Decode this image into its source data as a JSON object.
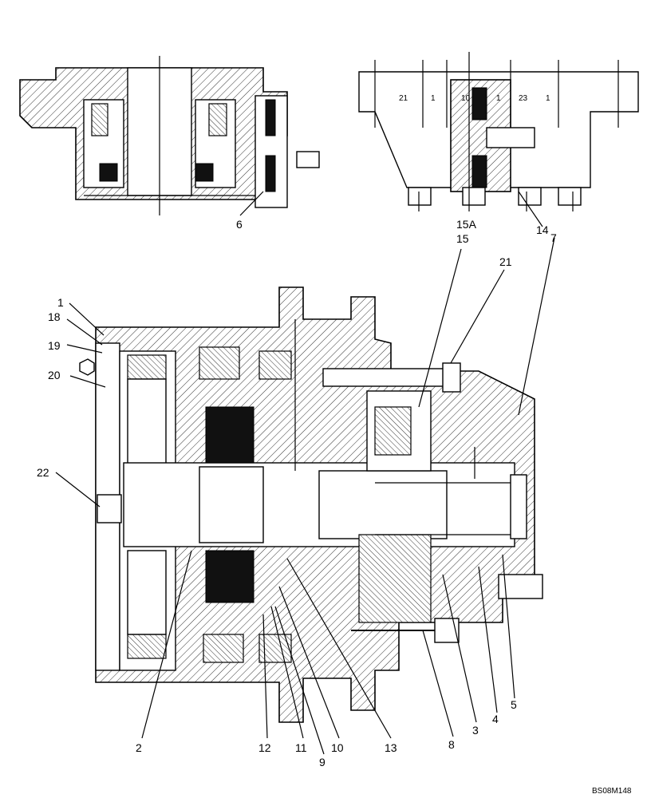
{
  "drawing": {
    "code": "BS08M148",
    "callouts": [
      {
        "id": "1",
        "text": "1"
      },
      {
        "id": "2",
        "text": "2"
      },
      {
        "id": "3",
        "text": "3"
      },
      {
        "id": "4",
        "text": "4"
      },
      {
        "id": "5",
        "text": "5"
      },
      {
        "id": "6",
        "text": "6"
      },
      {
        "id": "7",
        "text": "7"
      },
      {
        "id": "8",
        "text": "8"
      },
      {
        "id": "9",
        "text": "9"
      },
      {
        "id": "10",
        "text": "10"
      },
      {
        "id": "11",
        "text": "11"
      },
      {
        "id": "12",
        "text": "12"
      },
      {
        "id": "13",
        "text": "13"
      },
      {
        "id": "14",
        "text": "14"
      },
      {
        "id": "15",
        "text": "15"
      },
      {
        "id": "15A",
        "text": "15A"
      },
      {
        "id": "18",
        "text": "18"
      },
      {
        "id": "19",
        "text": "19"
      },
      {
        "id": "20",
        "text": "20"
      },
      {
        "id": "21",
        "text": "21"
      },
      {
        "id": "22",
        "text": "22"
      }
    ],
    "small_marks": {
      "a": "21",
      "b": "1",
      "c": "10",
      "d": "1",
      "e": "23",
      "f": "1"
    }
  }
}
